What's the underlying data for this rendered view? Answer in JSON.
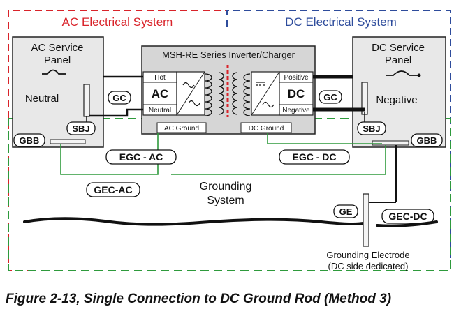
{
  "regions": {
    "ac": "AC Electrical System",
    "dc": "DC Electrical System",
    "grounding": [
      "Grounding",
      "System"
    ]
  },
  "ac_panel": {
    "title": [
      "AC Service",
      "Panel"
    ],
    "neutral": "Neutral",
    "sbj": "SBJ",
    "gbb": "GBB"
  },
  "dc_panel": {
    "title": [
      "DC Service",
      "Panel"
    ],
    "negative": "Negative",
    "sbj": "SBJ",
    "gbb": "GBB"
  },
  "inverter": {
    "title": "MSH-RE Series Inverter/Charger",
    "ac_block": {
      "hot": "Hot",
      "label": "AC",
      "neutral": "Neutral"
    },
    "dc_block": {
      "positive": "Positive",
      "label": "DC",
      "negative": "Negative"
    },
    "ac_ground": "AC Ground",
    "dc_ground": "DC Ground"
  },
  "tags": {
    "gc_left": "GC",
    "gc_right": "GC",
    "egc_ac": "EGC - AC",
    "egc_dc": "EGC - DC",
    "gec_ac": "GEC-AC",
    "gec_dc": "GEC-DC",
    "ge": "GE"
  },
  "electrode": [
    "Grounding Electrode",
    "(DC side dedicated)"
  ],
  "colors": {
    "ac_border": "#d9232a",
    "dc_border": "#2e4c9c",
    "ground_border": "#2e9a3c",
    "panel_fill": "#e8e8e8",
    "inverter_fill": "#d6d6d6"
  },
  "caption": "Figure 2-13, Single Connection to DC Ground Rod (Method 3)"
}
